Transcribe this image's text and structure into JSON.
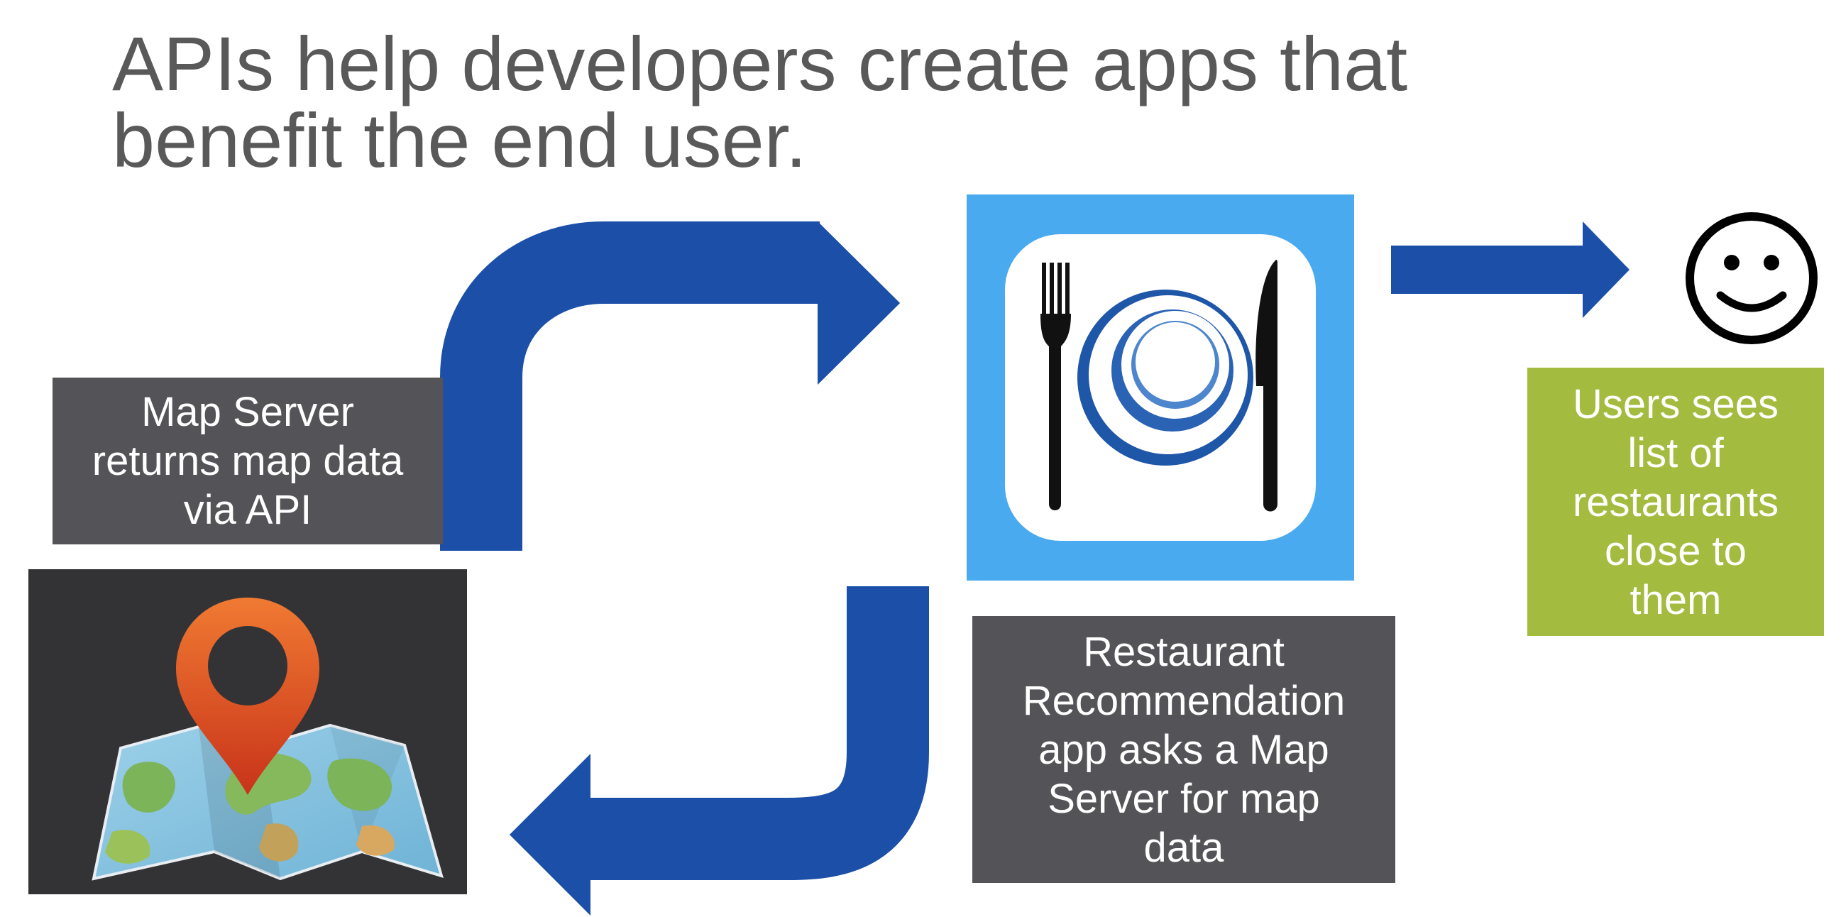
{
  "title": {
    "line1": "APIs help developers create apps that",
    "line2": "benefit the end user."
  },
  "map_server_label": {
    "line1": "Map Server",
    "line2": "returns map data",
    "line3": "via API"
  },
  "restaurant_label": {
    "line1": "Restaurant",
    "line2": "Recommendation",
    "line3": "app asks a Map",
    "line4": "Server for map",
    "line5": "data"
  },
  "users_label": {
    "line1": "Users sees",
    "line2": "list of",
    "line3": "restaurants",
    "line4": "close to",
    "line5": "them"
  },
  "icons": {
    "map": "map-pin-icon",
    "app": "restaurant-app-icon",
    "user": "smiley-face-icon"
  },
  "colors": {
    "arrow": "#1b4fa8",
    "label_box": "#545458",
    "users_box": "#a3bb3e",
    "app_tile": "#4aaaf0",
    "map_tile": "#333336",
    "pin": "#e8582a",
    "title_text": "#595959"
  }
}
